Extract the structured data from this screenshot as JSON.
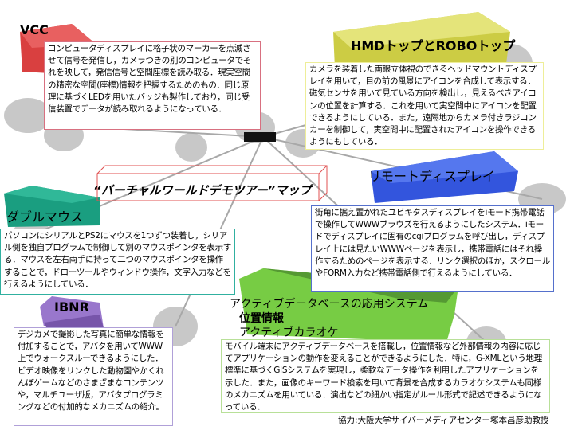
{
  "main_title": "“バーチャルワールドデモツアー”マップ",
  "logo_text": "■-■",
  "sections": {
    "vcc": {
      "title": "VCC",
      "color": "#d94040",
      "body": "コンピュータディスプレイに格子状のマーカーを点滅させて信号を発信し，カメラつきの別のコンピュータでそれを映して，発信信号と空間座標を読み取る．現実空間の精密な空間(座標)情報を把握するためのもの．同じ原理に基づくLEDを用いたバッジも製作しており，同じ受信装置でデータが読み取れるようになっている．"
    },
    "hmd": {
      "title": "HMDトップとROBOトップ",
      "color": "#cccc44",
      "body": "カメラを装着した両眼立体視のできるヘッドマウントディスプレイを用いて，目の前の風景にアイコンを合成して表示する．磁気センサを用いて見ている方向を検出し，見えるべきアイコンの位置を計算する．これを用いて実空間中にアイコンを配置できるようにしている．また，遠隔地からカメラ付きラジコンカーを制御して，実空間中に配置されたアイコンを操作できるようにもしている．"
    },
    "remote": {
      "title": "リモートディスプレイ",
      "color": "#3355dd",
      "body": "街角に据え置かれたユビキタスディスプレイをiモード携帯電話で操作してWWWブラウズを行えるようにしたシステム．iモードでディスプレイに固有のcgiプログラムを呼び出し，ディスプレイ上には見たいWWWページを表示し，携帯電話にはそれ操作するためのページを表示する．リンク選択のほか，スクロールやFORM入力など携帯電話側で行えるようにしている．"
    },
    "double_mouse": {
      "title": "ダブルマウス",
      "color": "#1a9e80",
      "body": "パソコンにシリアルとPS2にマウスを1つずつ装着し，シリアル側を独自プログラムで制御して別のマウスポインタを表示する．マウスを左右両手に持って二つのマウスポインタを操作することで，ドローツールやウィンドウ操作，文字入力などを行えるようにしている．"
    },
    "ibnr": {
      "title": "IBNR",
      "color": "#9977cc",
      "body": "デジカメで撮影した写真に簡単な情報を付加することで，アバタを用いてWWW上でウォークスルーできるようにした．ビデオ映像をリンクした動物園やかくれんぼゲームなどのさまざまなコンテンツや，マルチユーザ版，アバタプログラミングなどの付加的なメカニズムの紹介。"
    },
    "active_db": {
      "title": "アクティブデータベースの応用システム",
      "subtitle1": "位置情報",
      "subtitle2": "アクティブカラオケ",
      "color": "#77cc44",
      "body": "モバイル端末にアクティブデータベースを搭載し，位置情報など外部情報の内容に応じてアプリケーションの動作を変えることができるようにした．特に，G-XMLという地理標準に基づくGISシステムを実現し，柔軟なデータ操作を利用したアプリケーションを示した．また，画像のキーワード検索を用いて背景を合成するカラオケシステムも同様のメカニズムを用いている．演出などの細かい指定がルール形式で記述できるようになっている．"
    }
  },
  "credit": "協力:大阪大学サイバーメディアセンター塚本昌彦助教授"
}
